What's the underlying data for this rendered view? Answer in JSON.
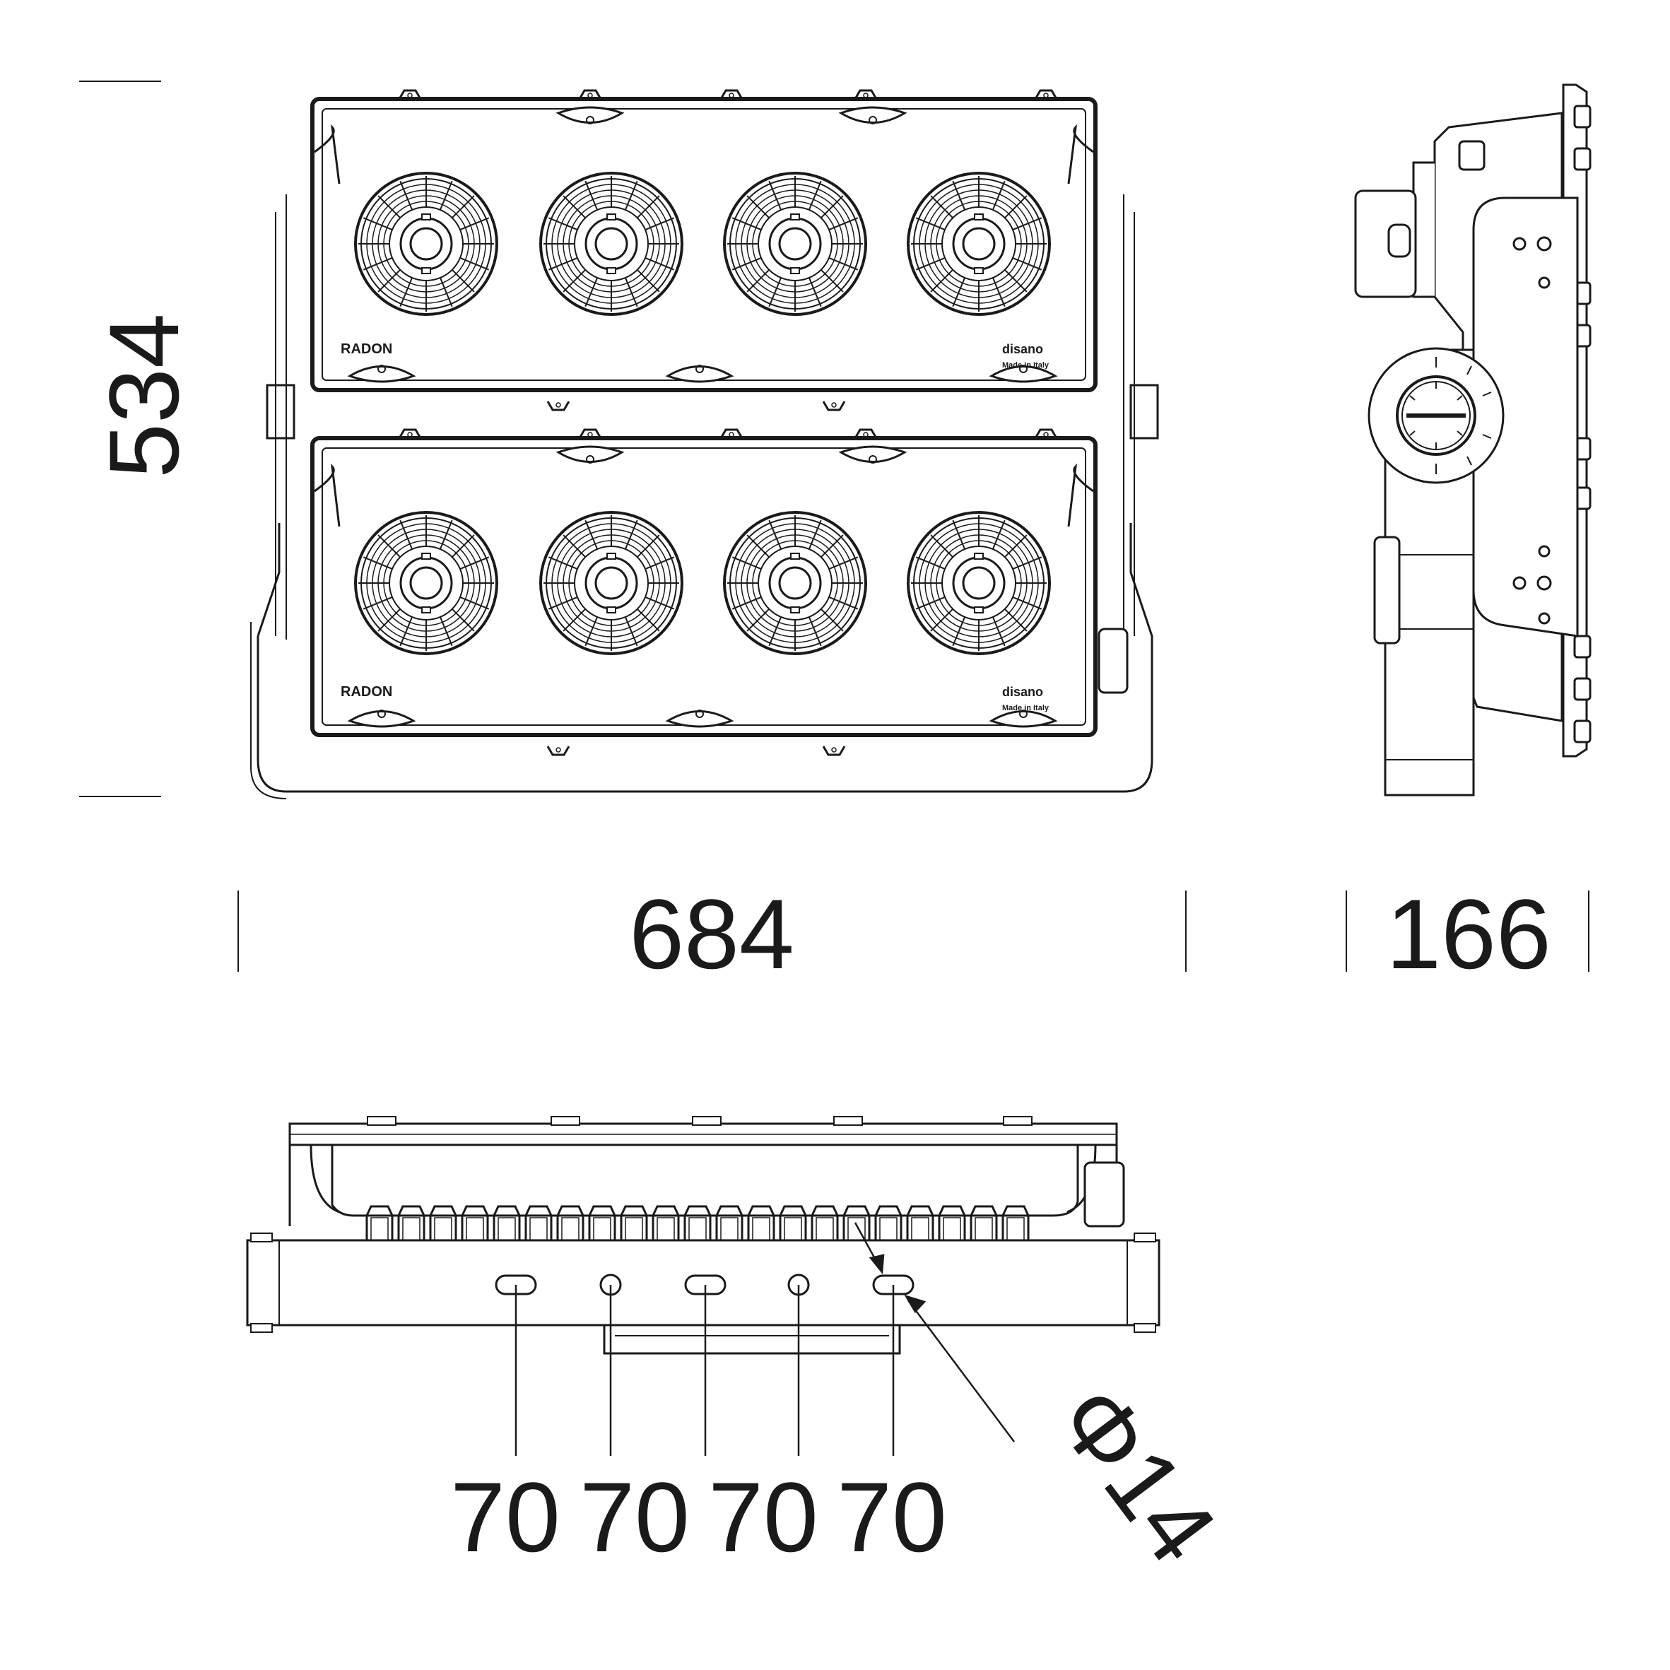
{
  "product": {
    "model_label": "RADON",
    "brand_label": "disano",
    "made_in_label": "Made in Italy"
  },
  "dimensions": {
    "height": "534",
    "width": "684",
    "depth": "166",
    "hole_spacing": [
      "70",
      "70",
      "70",
      "70"
    ],
    "hole_diameter": "Φ14"
  },
  "gauge": {
    "label": "tilt-scale"
  },
  "colors": {
    "line": "#1a1a1a",
    "background": "#ffffff"
  }
}
